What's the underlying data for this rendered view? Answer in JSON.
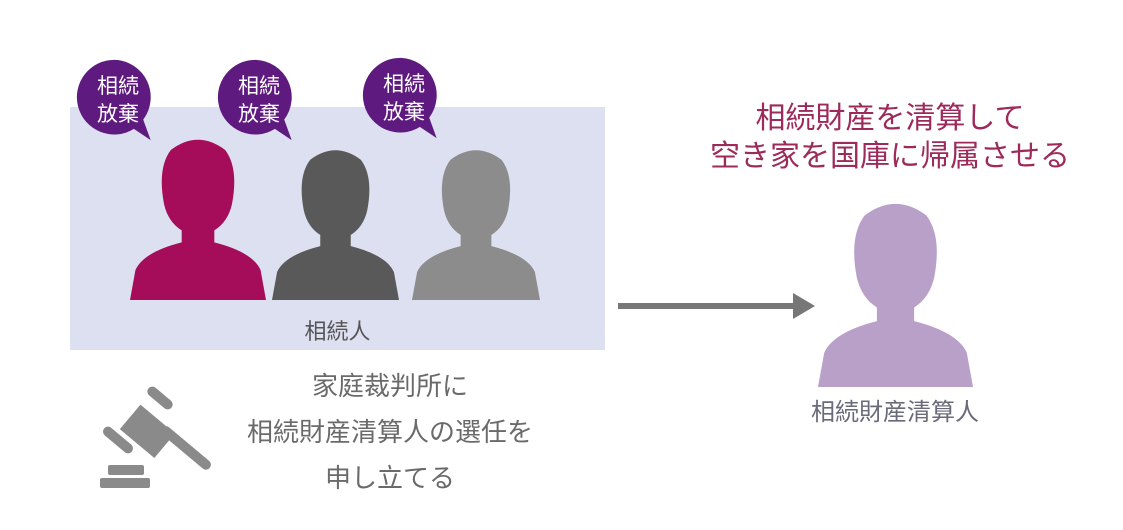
{
  "heirs": {
    "bubble_text": [
      "相続",
      "放棄"
    ],
    "label": "相続人",
    "colors": [
      "#a50d5a",
      "#595959",
      "#8c8c8c"
    ],
    "bubble_color": "#5e1a7e",
    "box_color": "#dde0f0"
  },
  "petition": {
    "lines": [
      "家庭裁判所に",
      "相続財産清算人の選任を",
      "申し立てる"
    ],
    "icon": "gavel-icon"
  },
  "goal": {
    "lines": [
      "相続財産を清算して",
      "空き家を国庫に帰属させる"
    ],
    "color": "#9c2a5a"
  },
  "administrator": {
    "label": "相続財産清算人",
    "color": "#b9a0c9"
  }
}
